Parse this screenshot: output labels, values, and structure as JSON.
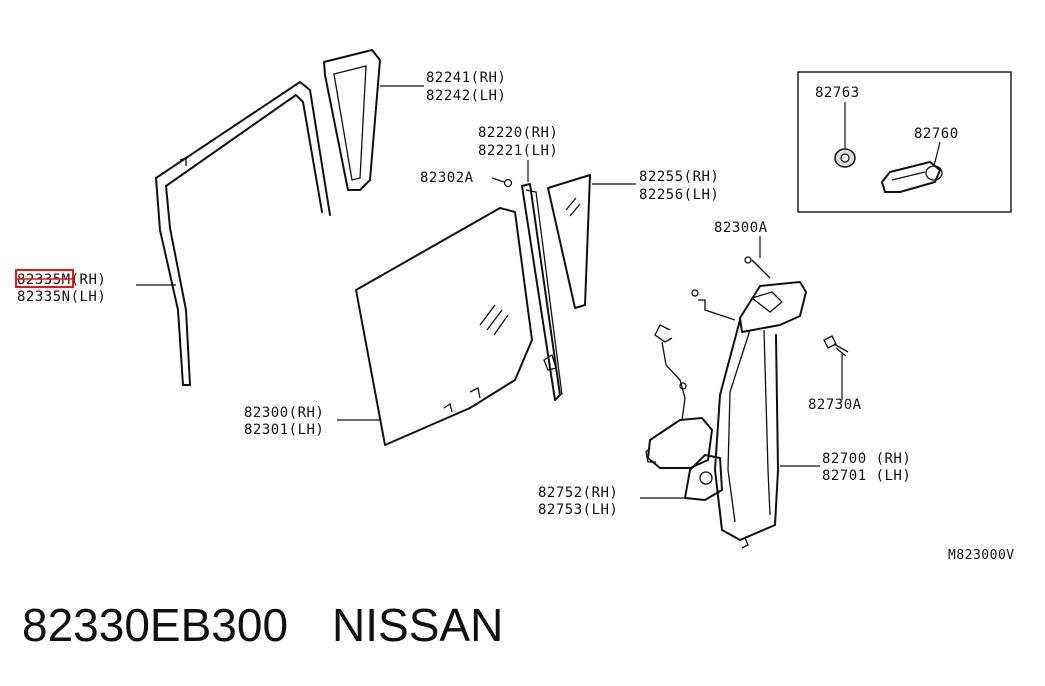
{
  "colors": {
    "highlight": "#e8141b",
    "ink": "#111111",
    "background": "#ffffff"
  },
  "labels": {
    "p82241": "82241(RH)",
    "p82242": "82242(LH)",
    "p82220": "82220(RH)",
    "p82221": "82221(LH)",
    "p82302A": "82302A",
    "p82255": "82255(RH)",
    "p82256": "82256(LH)",
    "p82335_num": "82335",
    "p82335_suffix": "M(RH)",
    "p82335N": "82335N(LH)",
    "p82300A": "82300A",
    "p82730A": "82730A",
    "p82300": "82300(RH)",
    "p82301": "82301(LH)",
    "p82700": "82700 (RH)",
    "p82701": "82701 (LH)",
    "p82752": "82752(RH)",
    "p82753": "82753(LH)",
    "p82763": "82763",
    "p82760": "82760",
    "diagram_code": "M823000V"
  },
  "footer": {
    "part_number": "82330EB300",
    "brand": "NISSAN"
  }
}
